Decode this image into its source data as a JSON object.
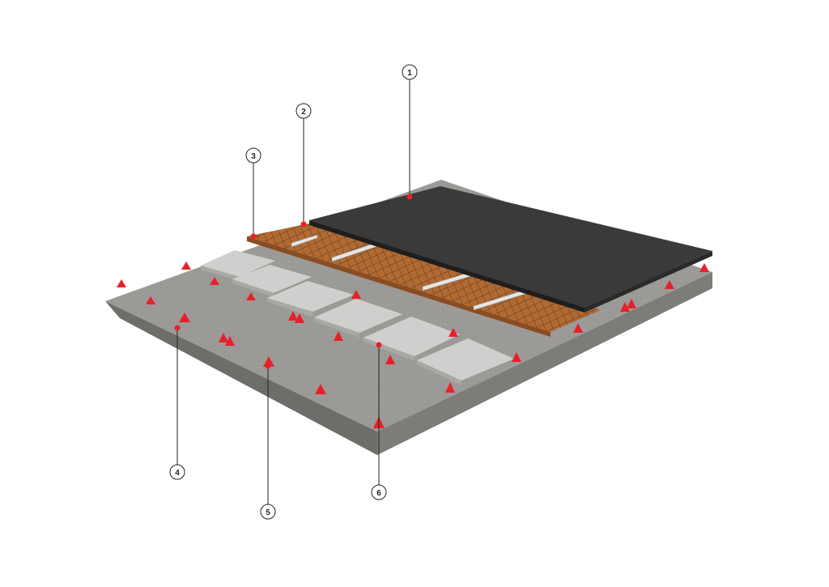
{
  "diagram": {
    "colors": {
      "background": "#ffffff",
      "slab_top": "#9b9a97",
      "slab_side": "#7d7c79",
      "slab_front": "#6e6d6a",
      "board_top": "#cfcfcd",
      "board_edge": "#a9a8a5",
      "wood": "#b26a32",
      "wood_dark": "#8a4d22",
      "mesh": "#3b2a1e",
      "membrane_top": "#3a3a3a",
      "membrane_edge": "#1e1e1e",
      "marker": "#e8202a",
      "leader": "#222222"
    },
    "callouts": [
      {
        "id": "1",
        "label": "1"
      },
      {
        "id": "2",
        "label": "2"
      },
      {
        "id": "3",
        "label": "3"
      },
      {
        "id": "4",
        "label": "4"
      },
      {
        "id": "5",
        "label": "5"
      },
      {
        "id": "6",
        "label": "6"
      }
    ]
  }
}
